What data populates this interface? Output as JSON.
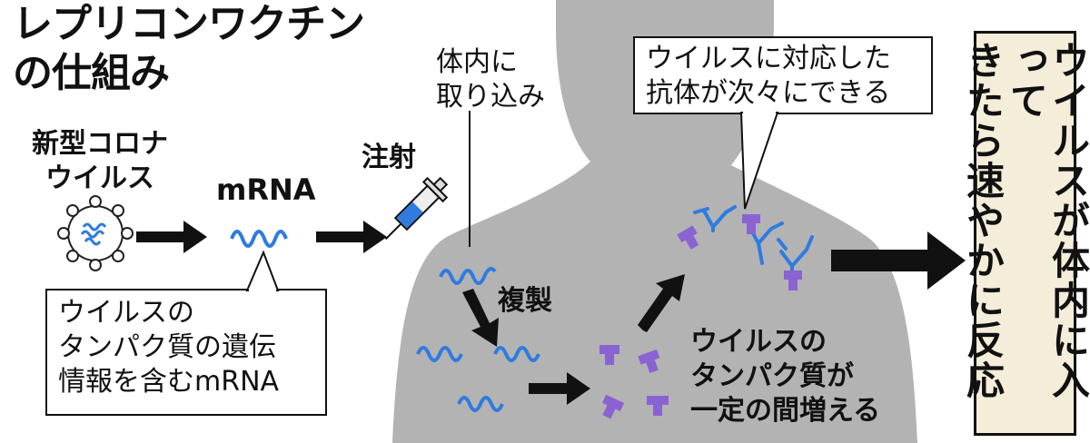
{
  "title": {
    "line1": "レプリコンワクチン",
    "line2": "の仕組み"
  },
  "virus_label": {
    "line1": "新型コロナ",
    "line2": "ウイルス"
  },
  "mrna_label": "mRNA",
  "injection_label": "注射",
  "uptake_callout": {
    "line1": "体内に",
    "line2": "取り込み"
  },
  "antibody_callout": {
    "line1": "ウイルスに対応した",
    "line2": "抗体が次々にできる"
  },
  "replication_label": "複製",
  "mrna_callout": {
    "line1": "ウイルスの",
    "line2": "タンパク質の遺伝",
    "line3": "情報を含むmRNA"
  },
  "protein_label": {
    "line1": "ウイルスの",
    "line2": "タンパク質が",
    "line3": "一定の間増える"
  },
  "side_box": {
    "col1": "ウイルスが体内に入って",
    "col2": "きたら速やかに反応"
  },
  "colors": {
    "body": "#b3b3b3",
    "rna": "#2f7be0",
    "protein": "#8a63d2",
    "box": "#f3edd9"
  }
}
